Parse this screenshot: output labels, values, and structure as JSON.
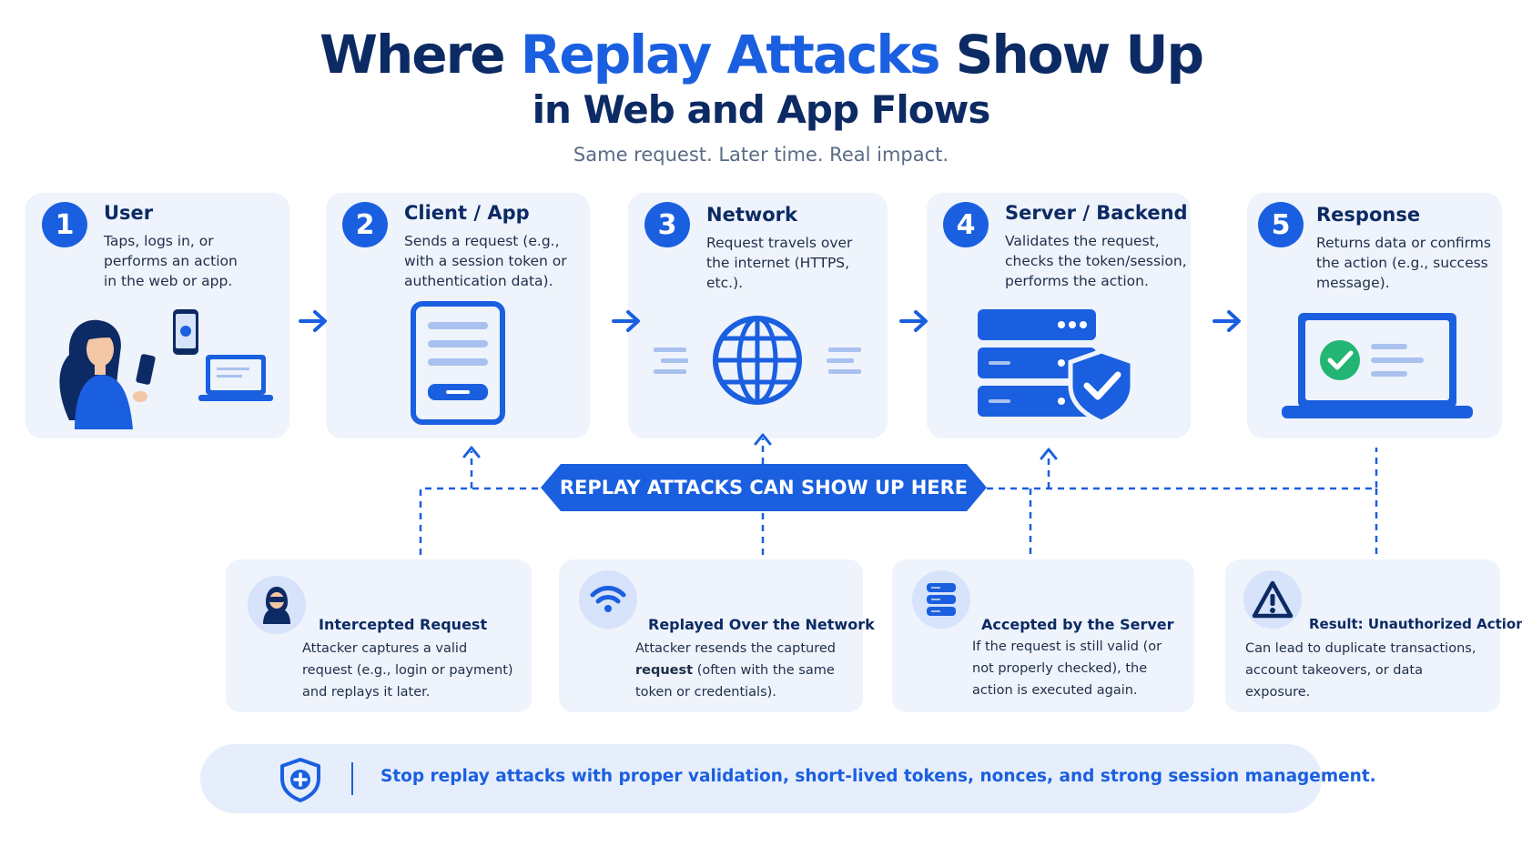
{
  "header": {
    "title_part1": "Where ",
    "title_highlight": "Replay Attacks",
    "title_part2": " Show Up",
    "subtitle": "in Web and App Flows",
    "tagline": "Same request. Later time. Real impact."
  },
  "steps": [
    {
      "number": "1",
      "title": "User",
      "desc": "Taps, logs in, or performs an action in the web or app."
    },
    {
      "number": "2",
      "title": "Client / App",
      "desc": "Sends a request (e.g., with a session token or authentication data)."
    },
    {
      "number": "3",
      "title": "Network",
      "desc": "Request travels over the internet (HTTPS, etc.)."
    },
    {
      "number": "4",
      "title": "Server / Backend",
      "desc": "Validates the request, checks the token/session, performs the action."
    },
    {
      "number": "5",
      "title": "Response",
      "desc": "Returns data or confirms the action (e.g., success message)."
    }
  ],
  "banner": "REPLAY ATTACKS CAN SHOW UP HERE",
  "attacks": [
    {
      "title": "Intercepted Request",
      "desc": "Attacker captures a valid request (e.g., login or payment) and replays it later."
    },
    {
      "title": "Replayed Over the Network",
      "desc_pre": "Attacker resends the captured ",
      "desc_bold": "request",
      "desc_post": " (often with the same token or credentials)."
    },
    {
      "title": "Accepted by the Server",
      "desc": "If the request is still valid (or not properly checked), the action is executed again."
    },
    {
      "title": "Result: Unauthorized Action",
      "desc": "Can lead to duplicate transactions, account takeovers, or data exposure."
    }
  ],
  "footer": {
    "text": "Stop replay attacks with proper validation, short-lived tokens, nonces, and strong session management."
  },
  "colors": {
    "accent": "#1a5fe0",
    "navy": "#0c2a63",
    "card_bg": "#eef3fc",
    "success": "#22b573"
  },
  "icons": [
    "user-person-icon",
    "phone-icon",
    "laptop-icon",
    "mobile-app-icon",
    "globe-icon",
    "server-icon",
    "shield-check-icon",
    "laptop-success-icon",
    "hacker-icon",
    "wifi-icon",
    "database-icon",
    "warning-icon",
    "shield-plus-icon"
  ]
}
